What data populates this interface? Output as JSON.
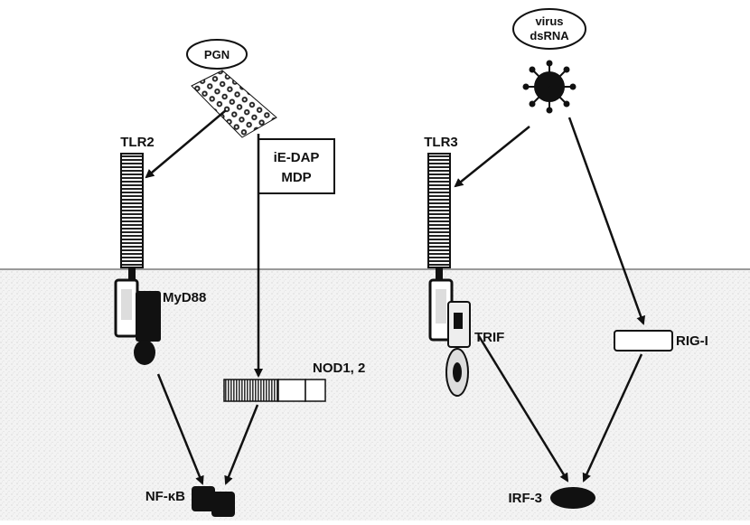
{
  "labels": {
    "pgn": "PGN",
    "virus_line1": "virus",
    "virus_line2": "dsRNA",
    "tlr2": "TLR2",
    "tlr3": "TLR3",
    "ie_dap": "iE-DAP",
    "mdp": "MDP",
    "myd88": "MyD88",
    "trif": "TRIF",
    "nod": "NOD1, 2",
    "rig": "RIG-I",
    "nfkb": "NF-κB",
    "irf3": "IRF-3"
  }
}
